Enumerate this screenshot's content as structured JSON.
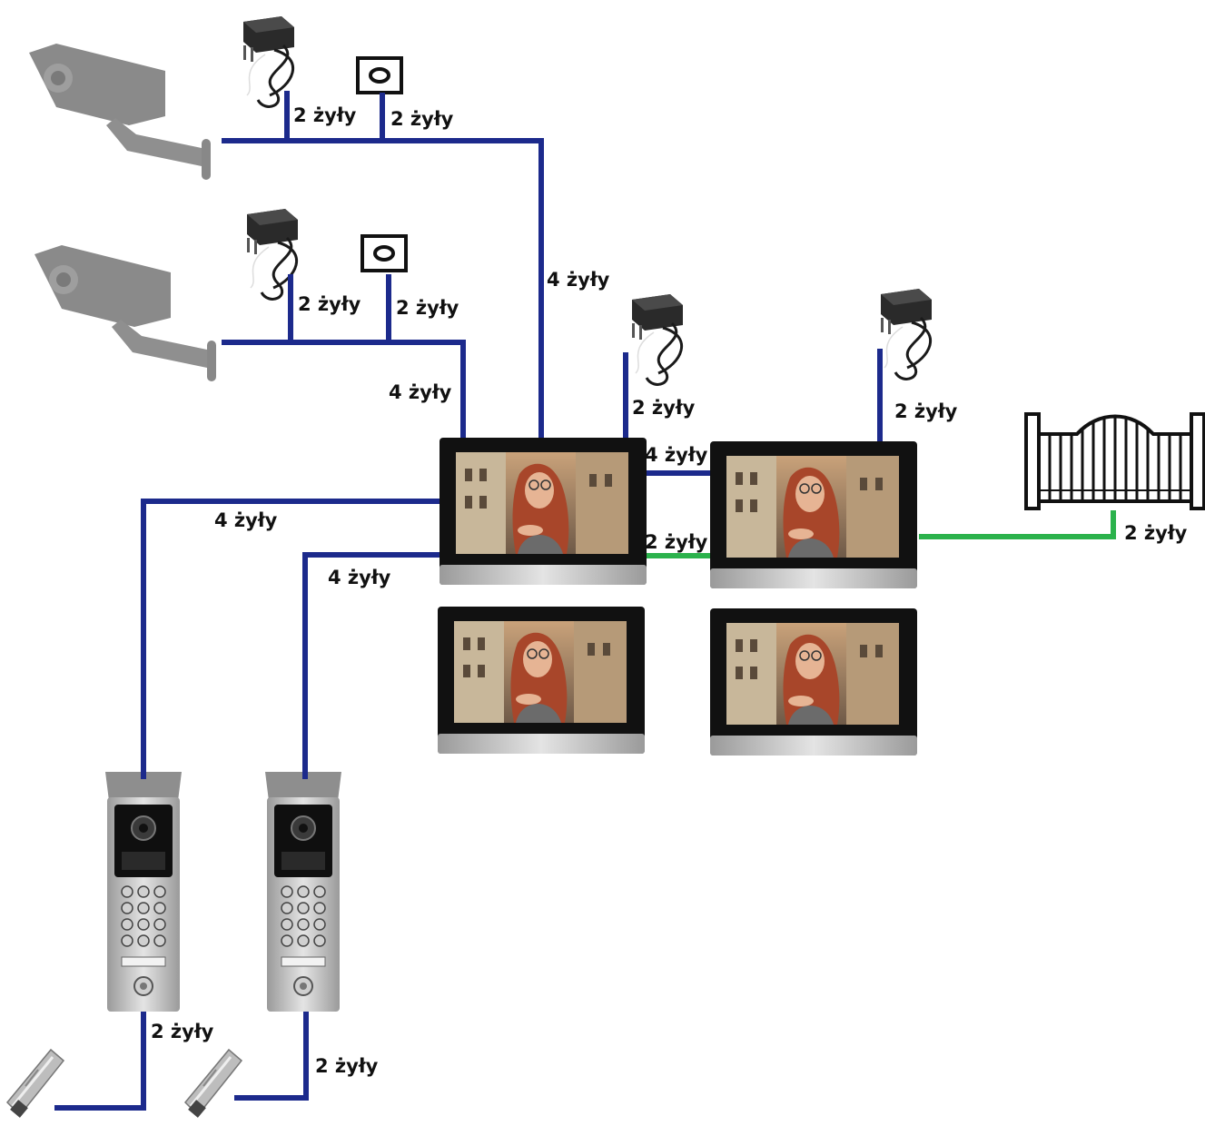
{
  "wire_colors": {
    "signal": "#1c2a8c",
    "gate": "#2bb24c"
  },
  "labels": {
    "cam1_psu": "2 żyły",
    "cam1_button": "2 żyły",
    "cam1_to_monitor": "4 żyły",
    "cam2_psu": "2 żyły",
    "cam2_button": "2 żyły",
    "cam2_to_monitor": "4 żyły",
    "monitor1_psu": "2 żyły",
    "monitor2_psu": "2 żyły",
    "monitor_link_bus": "4 żyły",
    "monitor_link_gate": "2 żyły",
    "gate_wire": "2 żyły",
    "door1_to_monitor": "4 żyły",
    "door2_to_monitor": "4 żyły",
    "lock1_wire": "2 żyły",
    "lock2_wire": "2 żyły"
  },
  "devices": {
    "camera": "camera-icon",
    "power_supply": "power-supply-icon",
    "exit_button": "exit-button-icon",
    "monitor": "monitor-icon",
    "door_station": "door-station-icon",
    "electric_lock": "electric-strike-icon",
    "gate": "gate-icon"
  }
}
